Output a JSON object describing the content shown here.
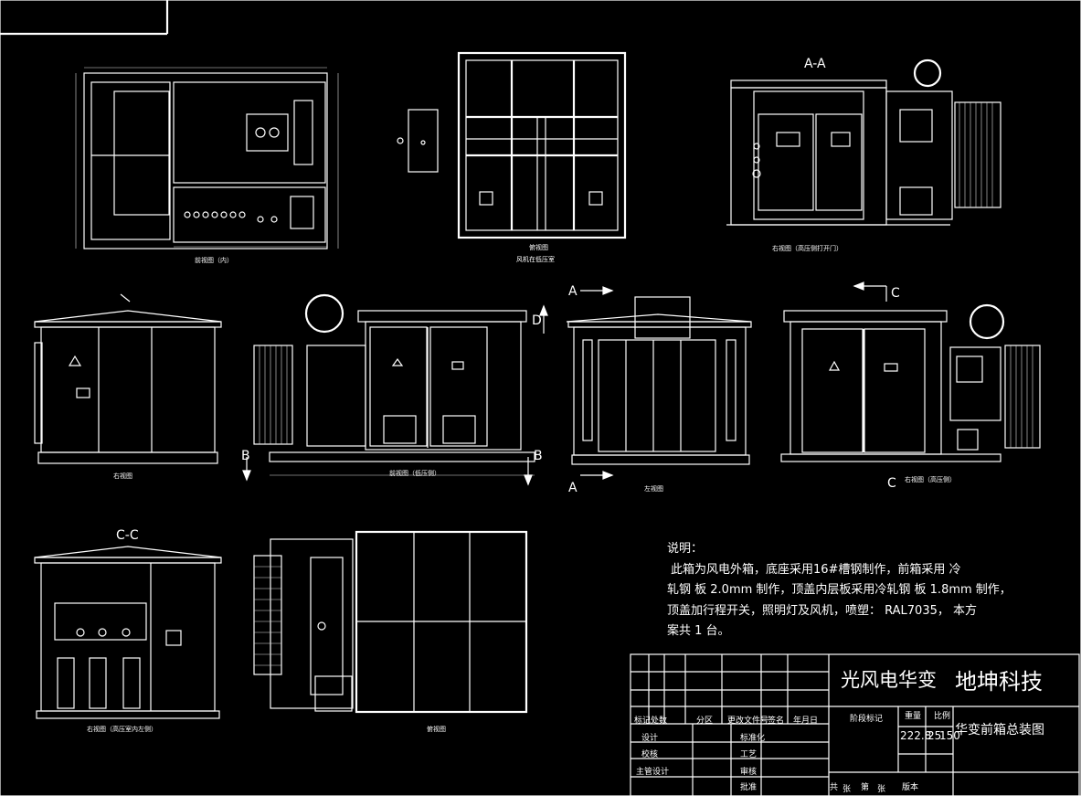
{
  "captions": {
    "front_view_open": "前视图（内）",
    "top_view": "俯视图",
    "fan_note": "风机在低压室",
    "aa_right_view": "右视图（高压侧打开门）",
    "left_view_1": "右视图",
    "front_view_lv": "前视图（低压侧）",
    "left_view_2": "左视图",
    "right_view_hv": "右视图（高压侧）",
    "cc_view": "右视图（高压室内左侧）",
    "top_view_2": "俯视图"
  },
  "section_marks": {
    "aa": "A-A",
    "cc": "C-C",
    "a": "A",
    "b": "B",
    "c": "C",
    "d": "D"
  },
  "notes": {
    "title": "说明：",
    "line1": "此箱为风电外箱，底座采用16#槽钢制作，前箱采用 冷",
    "line2": "轧钢  板 2.0mm 制作，顶盖内层板采用冷轧钢  板        1.8mm 制作，",
    "line3": "顶盖加行程开关，照明灯及风机，喷塑：              RAL7035，         本方",
    "line4": "案共    1   台。"
  },
  "title_block": {
    "project": "光风电华变",
    "company": "地坤科技",
    "drawing_title": "华变前箱总装图",
    "weight_label": "重量",
    "scale_label": "比例",
    "stage_label": "阶段标记",
    "weight": "222.8",
    "scale": "25",
    "scale2": "150",
    "row_headers": [
      "标记",
      "处数",
      "分区",
      "更改文件号",
      "签名",
      "年月日"
    ],
    "roles": [
      "设计",
      "校核",
      "主管设计"
    ],
    "roles2": [
      "标准化",
      "工艺",
      "审核",
      "批准"
    ],
    "sheet_info": [
      "共",
      "张",
      "第",
      "张",
      "版本"
    ]
  }
}
